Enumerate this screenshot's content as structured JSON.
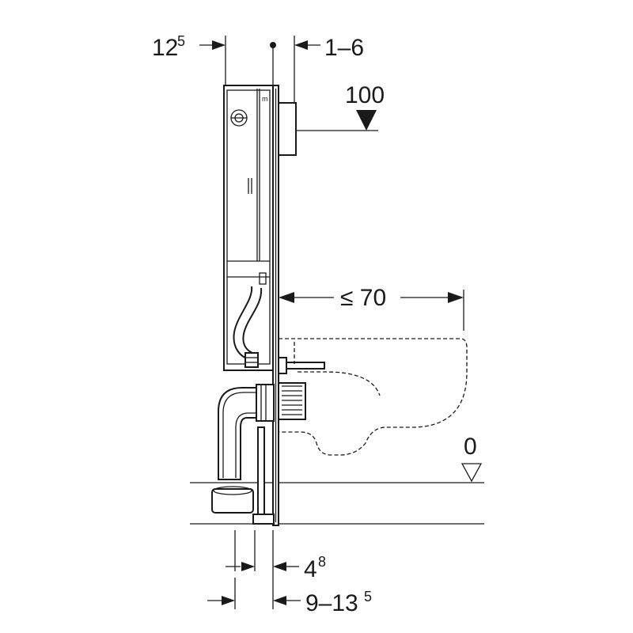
{
  "labels": {
    "top_left_width": {
      "base": "12",
      "sup": "5"
    },
    "top_right_offset": {
      "text": "1–6"
    },
    "flush_height": {
      "text": "100"
    },
    "projection": {
      "text": "≤ 70"
    },
    "floor_level": {
      "text": "0"
    },
    "bottom_gap": {
      "base": "4",
      "sup": "8"
    },
    "wall_depth": {
      "base": "9–13",
      "sup": "5"
    }
  }
}
